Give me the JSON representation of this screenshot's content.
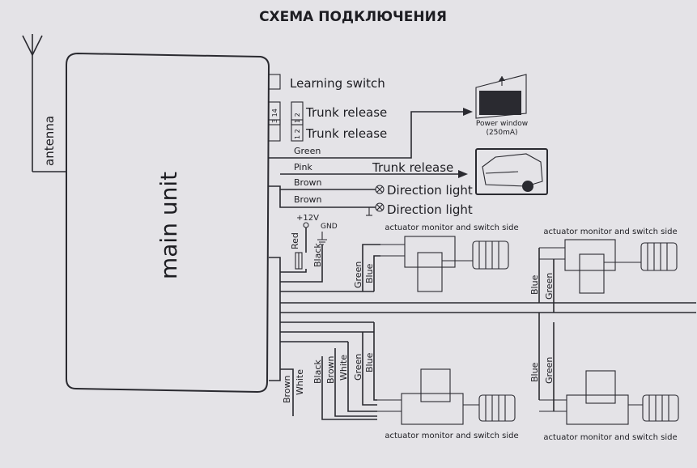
{
  "title": "СХЕМА ПОДКЛЮЧЕНИЯ",
  "antenna_label": "antenna",
  "main_unit_label": "main unit",
  "learning_switch": "Learning switch",
  "trunk_release_1": "Trunk release",
  "trunk_release_2": "Trunk release",
  "trunk_release_out": "Trunk release",
  "connector_1": "3 14",
  "connector_2": "1 2",
  "connector_3": "1 2",
  "power_window_label": "Power window",
  "power_window_current": "(250mA)",
  "wire_green": "Green",
  "wire_pink": "Pink",
  "wire_brown_1": "Brown",
  "wire_brown_2": "Brown",
  "direction_light_1": "Direction light",
  "direction_light_2": "Direction light",
  "plus12v": "+12V",
  "gnd": "GND",
  "red": "Red",
  "black": "Black",
  "actuator_caption": "actuator monitor and switch side",
  "blue": "Blue",
  "green": "Green",
  "brown": "Brown",
  "white": "White"
}
